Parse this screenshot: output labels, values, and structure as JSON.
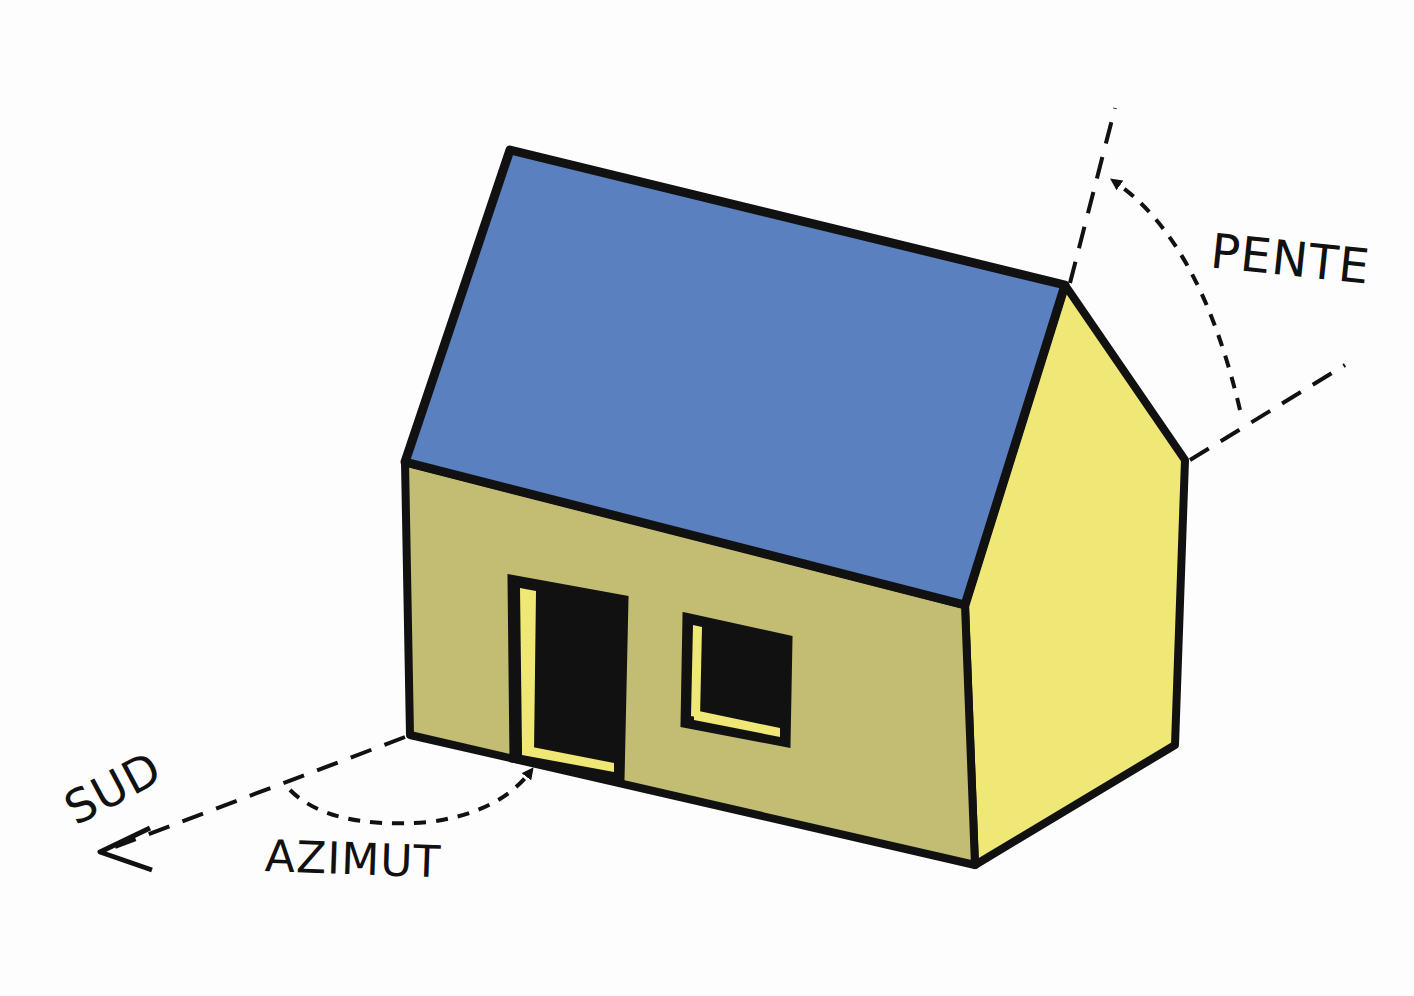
{
  "diagram": {
    "labels": [
      "PENTE",
      "SUD",
      "AZIMUT"
    ]
  }
}
